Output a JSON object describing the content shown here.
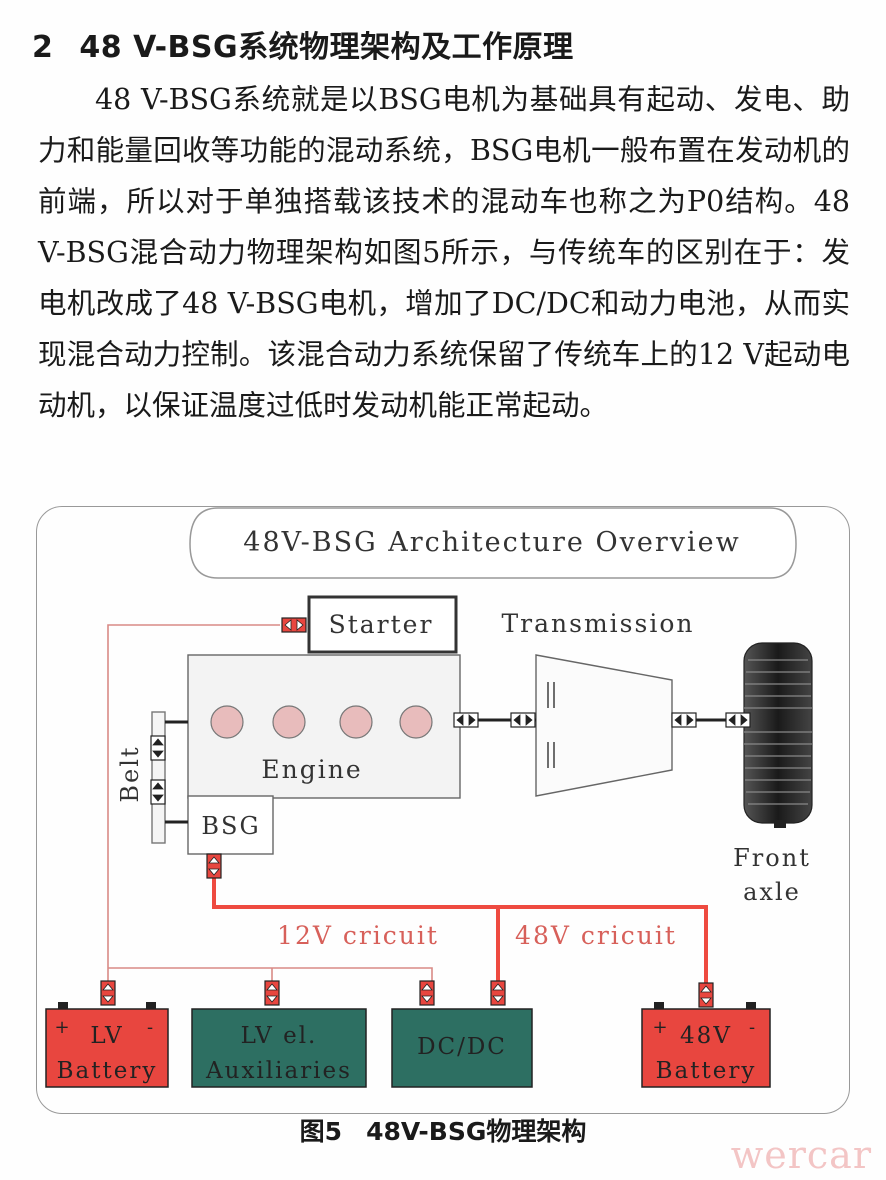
{
  "section": {
    "number": "2",
    "title": "48 V-BSG系统物理架构及工作原理"
  },
  "paragraph": "48 V-BSG系统就是以BSG电机为基础具有起动、发电、助力和能量回收等功能的混动系统，BSG电机一般布置在发动机的前端，所以对于单独搭载该技术的混动车也称之为P0结构。48 V-BSG混合动力物理架构如图5所示，与传统车的区别在于：发电机改成了48 V-BSG电机，增加了DC/DC和动力电池，从而实现混合动力控制。该混合动力系统保留了传统车上的12 V起动电动机，以保证温度过低时发动机能正常起动。",
  "diagram": {
    "title": "48V-BSG Architecture Overview",
    "starter": "Starter",
    "transmission": "Transmission",
    "engine": "Engine",
    "belt": "Belt",
    "bsg": "BSG",
    "front_axle_line1": "Front",
    "front_axle_line2": "axle",
    "circuit_12v": "12V cricuit",
    "circuit_48v": "48V cricuit",
    "lv_battery_line1": "LV",
    "lv_battery_line2": "Battery",
    "lv_aux_line1": "LV el.",
    "lv_aux_line2": "Auxiliaries",
    "dcdc": "DC/DC",
    "hv_battery_line1": "48V",
    "hv_battery_line2": "Battery",
    "plus": "+",
    "minus": "-",
    "colors": {
      "red": "#e8463f",
      "green": "#2d6f62",
      "wire_thin": "#d88a86",
      "wire_thick": "#ee4a40",
      "text_red": "#d7605a"
    }
  },
  "figure": {
    "label": "图5",
    "title": "48V-BSG物理架构"
  },
  "watermark": "wercar"
}
